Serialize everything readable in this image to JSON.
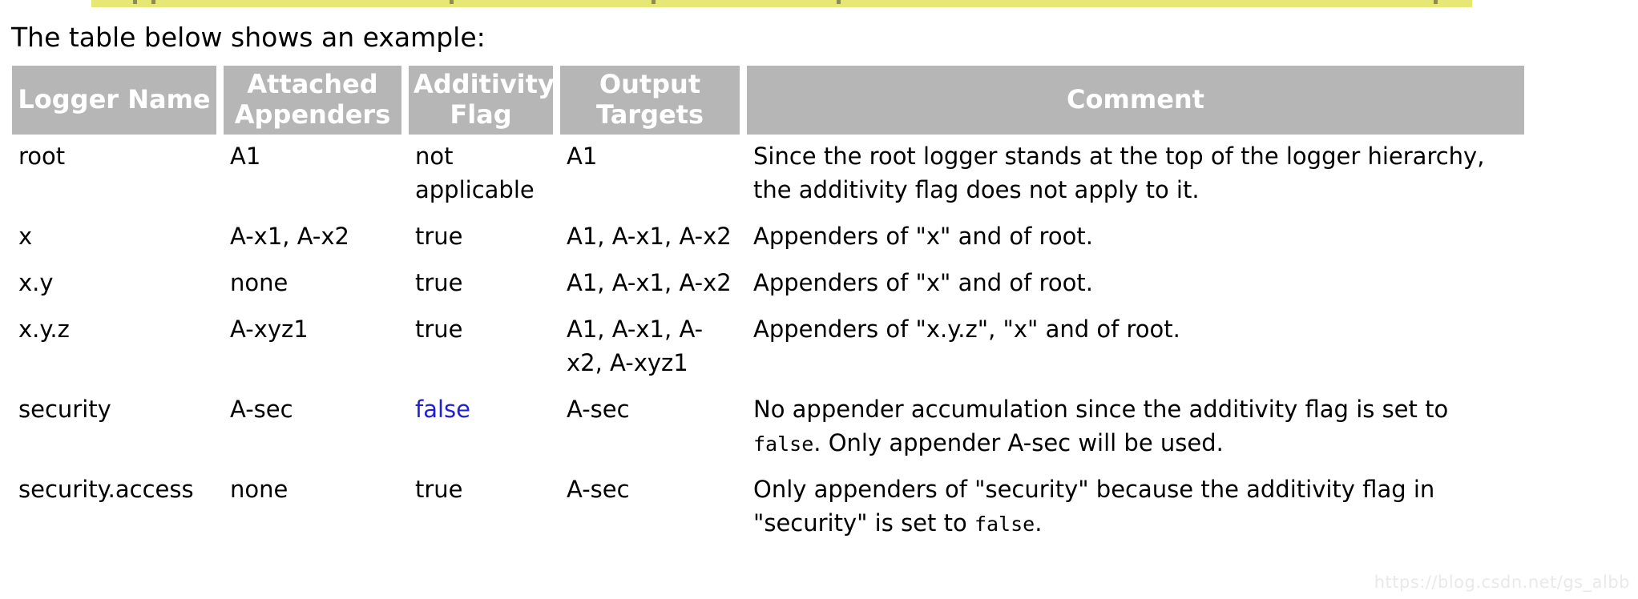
{
  "highlight": {
    "color": "#e7e775",
    "speck_color": "#5c5c38"
  },
  "intro": {
    "text": "The table below shows an example:"
  },
  "table": {
    "header_bg": "#b6b6b6",
    "header_text_color": "#ffffff",
    "link_color": "#1f1fd3",
    "columns": [
      "Logger Name",
      "Attached Appenders",
      "Additivity Flag",
      "Output Targets",
      "Comment"
    ],
    "rows": [
      {
        "logger": "root",
        "appenders": "A1",
        "additivity": {
          "text": "not applicable",
          "is_link": false
        },
        "outputs": "A1",
        "comment": [
          {
            "t": "Since the root logger stands at the top of the logger hierarchy, the additivity flag does not apply to it."
          }
        ]
      },
      {
        "logger": "x",
        "appenders": "A-x1, A-x2",
        "additivity": {
          "text": "true",
          "is_link": false
        },
        "outputs": "A1, A-x1, A-x2",
        "comment": [
          {
            "t": "Appenders of \"x\" and of root."
          }
        ]
      },
      {
        "logger": "x.y",
        "appenders": "none",
        "additivity": {
          "text": "true",
          "is_link": false
        },
        "outputs": "A1, A-x1, A-x2",
        "comment": [
          {
            "t": "Appenders of \"x\" and of root."
          }
        ]
      },
      {
        "logger": "x.y.z",
        "appenders": "A-xyz1",
        "additivity": {
          "text": "true",
          "is_link": false
        },
        "outputs": "A1, A-x1, A-x2, A-xyz1",
        "comment": [
          {
            "t": "Appenders of \"x.y.z\", \"x\" and of root."
          }
        ]
      },
      {
        "logger": "security",
        "appenders": "A-sec",
        "additivity": {
          "text": "false",
          "is_link": true
        },
        "outputs": "A-sec",
        "comment": [
          {
            "t": "No appender accumulation since the additivity flag is set to "
          },
          {
            "code": "false"
          },
          {
            "t": ". Only appender A-sec will be used."
          }
        ]
      },
      {
        "logger": "security.access",
        "appenders": "none",
        "additivity": {
          "text": "true",
          "is_link": false
        },
        "outputs": "A-sec",
        "comment": [
          {
            "t": "Only appenders of \"security\" because the additivity flag in \"security\" is set to "
          },
          {
            "code": "false"
          },
          {
            "t": "."
          }
        ]
      }
    ]
  },
  "watermark": {
    "text": "https://blog.csdn.net/gs_albb",
    "color": "#e9e9e9"
  }
}
